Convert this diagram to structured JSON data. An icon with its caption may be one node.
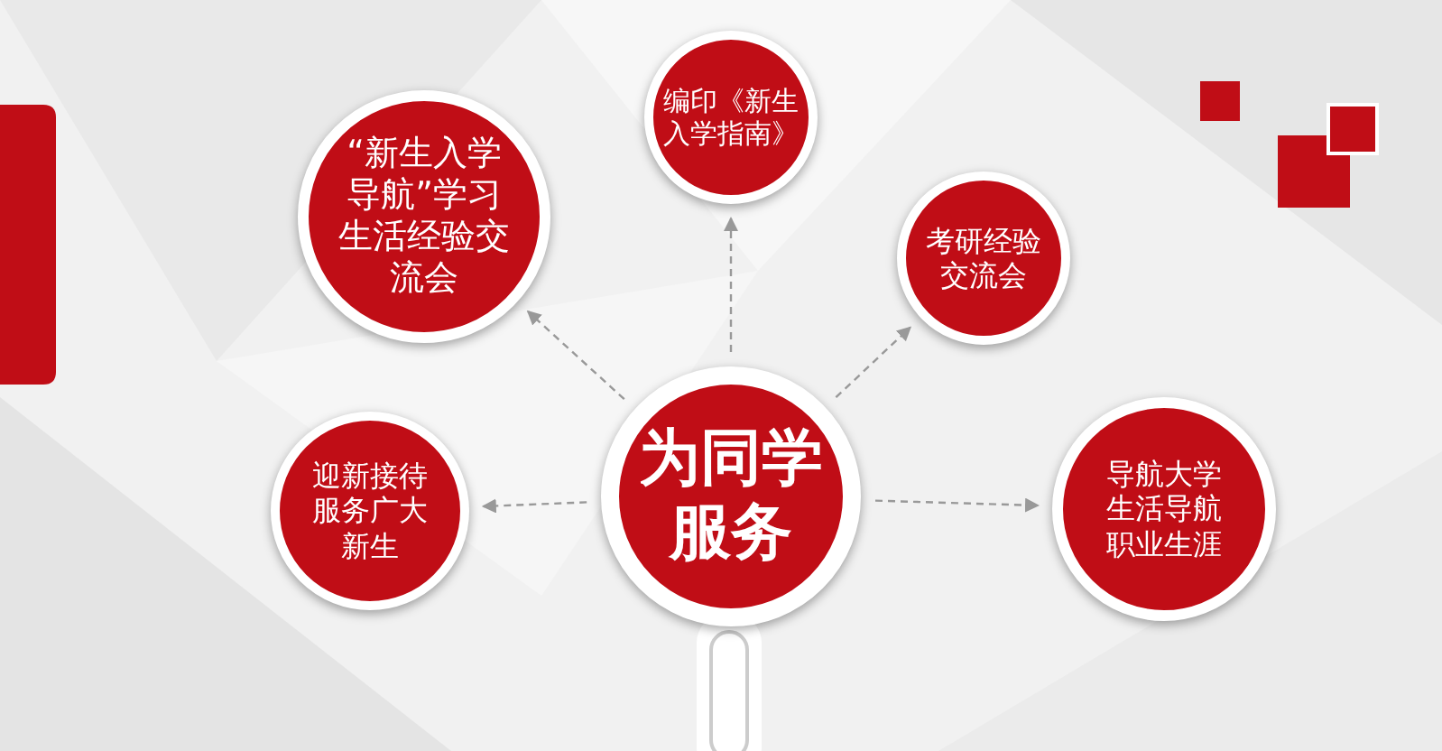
{
  "diagram": {
    "nodes": [
      {
        "text": [
          "为同学服务"
        ]
      },
      {
        "text": [
          "“新生入学导航”学习生活经验交流会"
        ]
      },
      {
        "text": [
          "编印《新生入学指南》"
        ]
      },
      {
        "text": [
          "考研经验交流会"
        ]
      },
      {
        "text": [
          "迎新接待服务广大新生"
        ]
      },
      {
        "text": [
          "导航大学生活导航职业生涯"
        ]
      }
    ],
    "edges": [
      {
        "from": 0,
        "to": 1,
        "arrow": "to",
        "style": "dashed"
      },
      {
        "from": 0,
        "to": 2,
        "arrow": "to",
        "style": "dashed"
      },
      {
        "from": 0,
        "to": 3,
        "arrow": "to",
        "style": "dashed"
      },
      {
        "from": 0,
        "to": 4,
        "arrow": "to",
        "style": "dashed"
      },
      {
        "from": 0,
        "to": 5,
        "arrow": "to",
        "style": "dashed"
      }
    ]
  }
}
